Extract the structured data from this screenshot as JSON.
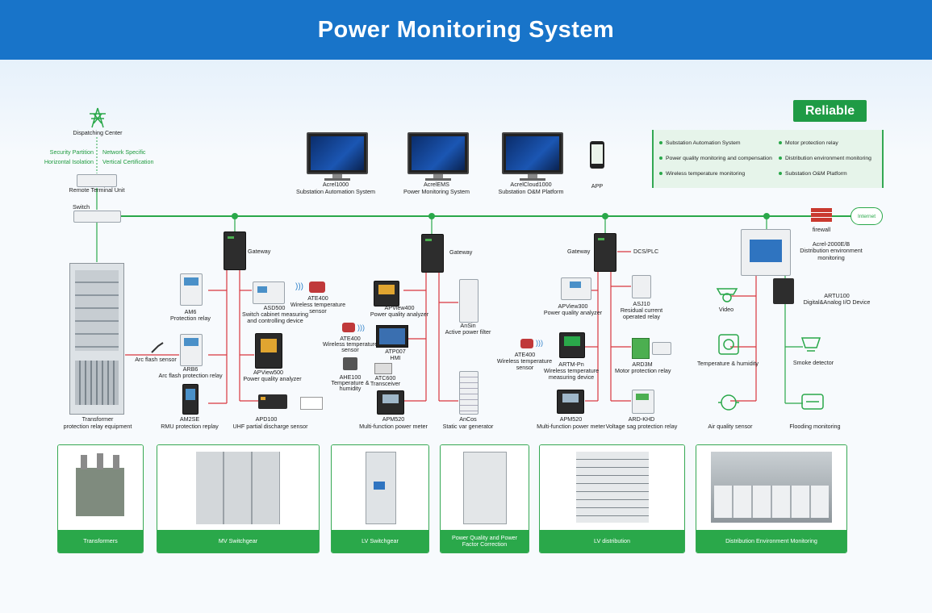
{
  "title": "Power Monitoring System",
  "reliable": "Reliable",
  "features": [
    "Substation Automation System",
    "Motor protection relay",
    "Power quality monitoring and compensation",
    "Distribution environment monitoring",
    "Wireless temperature monitoring",
    "Substation O&M Platform"
  ],
  "top": {
    "dispatch": "Dispatching Center",
    "sec1": "Security Partition",
    "sec2": "Horizontal Isolation",
    "net1": "Network Specific",
    "net2": "Vertical Certification",
    "rtu": "Remote Terminal Unit",
    "switch": "Switch",
    "sw1a": "Acrel1000",
    "sw1b": "Substation Automation System",
    "sw2a": "AcrelEMS",
    "sw2b": "Power Monitoring System",
    "sw3a": "AcrelCloud1000",
    "sw3b": "Substation O&M Platform",
    "app": "APP",
    "firewall": "firewall",
    "internet": "Internet"
  },
  "col1": {
    "cab1": "Transformer",
    "cab2": "protection relay equipment",
    "am6a": "AM6",
    "am6b": "Protection relay",
    "arc": "Arc flash sensor",
    "arb6a": "ARB6",
    "arb6b": "Arc flash protection relay",
    "am2sea": "AM2SE",
    "am2seb": "RMU protection replay"
  },
  "col2": {
    "gateway": "Gateway",
    "asd1": "ASD500",
    "asd2": "Switch cabinet measuring",
    "asd3": "and controlling device",
    "ate1": "ATE400",
    "ate2": "Wireless temperature",
    "ate3": "sensor",
    "apv1": "APView500",
    "apv2": "Power quality analyzer",
    "apd1": "APD100",
    "apd2": "UHF partial discharge sensor"
  },
  "col3": {
    "gateway": "Gateway",
    "apv1": "APView400",
    "apv2": "Power quality analyzer",
    "ate1": "ATE400",
    "ate2": "Wireless temperature",
    "ate3": "sensor",
    "atp1": "ATP007",
    "atp2": "HMI",
    "ahe1": "AHE100",
    "ahe2": "Temperature &",
    "ahe3": "humidity",
    "atc1": "ATC600",
    "atc2": "Transceiver",
    "apm1": "APM520",
    "apm2": "Multi-function power meter",
    "ansin1": "AnSin",
    "ansin2": "Active power filter",
    "ancos1": "AnCos",
    "ancos2": "Static var generator"
  },
  "col4": {
    "gateway": "Gateway",
    "dcs": "DCS/PLC",
    "apv1": "APView300",
    "apv2": "Power quality analyzer",
    "asj1": "ASJ10",
    "asj2": "Residual current",
    "asj3": "operated relay",
    "ate1": "ATE400",
    "ate2": "Wireless temperature",
    "ate3": "sensor",
    "artm1": "ARTM-Pn",
    "artm2": "Wireless temperature",
    "artm3": "measuring device",
    "ard1": "ARD3M",
    "ard2": "Motor protection relay",
    "apm1": "APM520",
    "apm2": "Multi-function power meter",
    "khd1": "ARD-KHD",
    "khd2": "Voltage sag protection relay"
  },
  "col5": {
    "acrel1": "Acrel-2000E/B",
    "acrel2": "Distribution environment",
    "acrel3": "monitoring",
    "artu1": "ARTU100",
    "artu2": "Digital&Analog I/O Device",
    "video": "Video",
    "temp": "Temperature & humidity",
    "smoke": "Smoke detector",
    "air": "Air quality sensor",
    "flood": "Flooding monitoring"
  },
  "cards": [
    "Transformers",
    "MV Switchgear",
    "LV Switchgear",
    "Power Quality and Power Factor Correction",
    "LV distribution",
    "Distribution Environment Monitoring"
  ],
  "colors": {
    "banner": "#1874c9",
    "accent": "#2aa84a",
    "line_red": "#d9363e"
  }
}
